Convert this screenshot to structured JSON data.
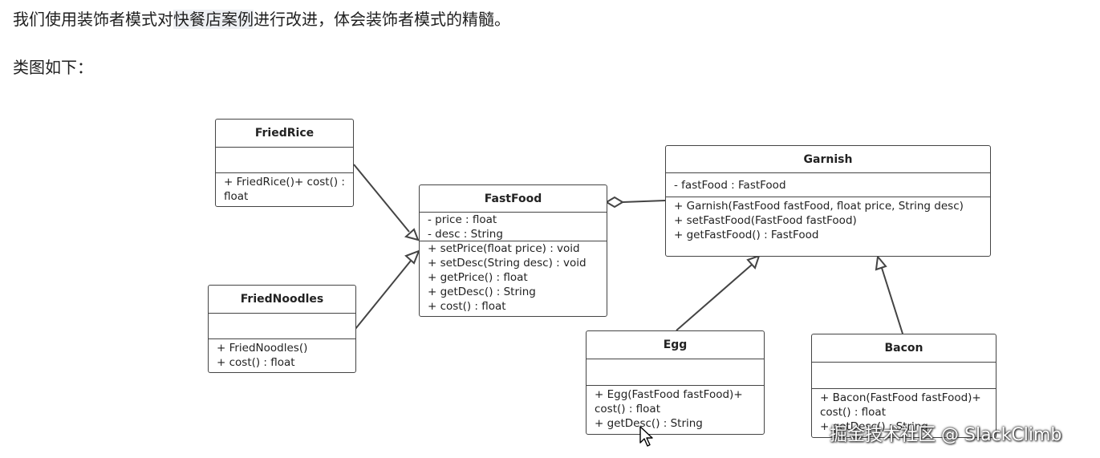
{
  "paragraphs": {
    "intro_before": "我们使用装饰者模式对",
    "intro_highlight": "快餐店案例",
    "intro_after": "进行改进，体会装饰者模式的精髓。",
    "class_diagram_label": "类图如下："
  },
  "diagram": {
    "classes": {
      "fried_rice": {
        "name": "FriedRice",
        "attributes": [],
        "operations": [
          "+ FriedRice()+ cost() : float"
        ]
      },
      "fried_noodles": {
        "name": "FriedNoodles",
        "attributes": [],
        "operations": [
          "+ FriedNoodles()",
          "+ cost() : float"
        ]
      },
      "fast_food": {
        "name": "FastFood",
        "attributes": [
          "- price : float",
          "- desc : String"
        ],
        "operations": [
          "+ setPrice(float price) : void",
          "+ setDesc(String desc) : void",
          "+ getPrice() : float",
          "+ getDesc() : String",
          "+ cost() : float"
        ]
      },
      "garnish": {
        "name": "Garnish",
        "attributes": [
          "- fastFood : FastFood"
        ],
        "operations": [
          "+ Garnish(FastFood fastFood, float price, String desc)",
          "+ setFastFood(FastFood fastFood)",
          "+ getFastFood() : FastFood"
        ]
      },
      "egg": {
        "name": "Egg",
        "attributes": [],
        "operations": [
          "+ Egg(FastFood fastFood)+ cost() : float",
          "+ getDesc() : String"
        ]
      },
      "bacon": {
        "name": "Bacon",
        "attributes": [],
        "operations": [
          "+ Bacon(FastFood fastFood)+ cost() : float",
          "+ getDesc() : String"
        ]
      }
    },
    "relationships": [
      {
        "from": "FriedRice",
        "to": "FastFood",
        "type": "generalization"
      },
      {
        "from": "FriedNoodles",
        "to": "FastFood",
        "type": "generalization"
      },
      {
        "from": "Garnish",
        "to": "FastFood",
        "type": "aggregation"
      },
      {
        "from": "Egg",
        "to": "Garnish",
        "type": "generalization"
      },
      {
        "from": "Bacon",
        "to": "Garnish",
        "type": "generalization"
      }
    ]
  },
  "watermark": "掘金技术社区 @ SlackClimb"
}
